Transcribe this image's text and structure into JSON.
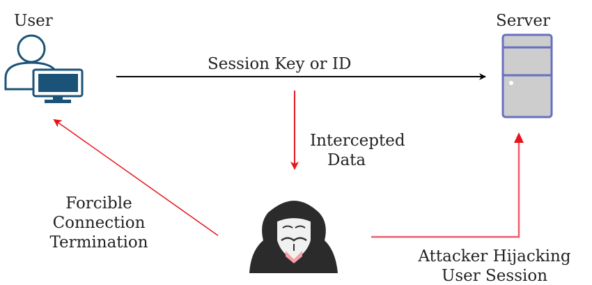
{
  "nodes": {
    "user": {
      "label": "User",
      "icon": "user-computer-icon"
    },
    "server": {
      "label": "Server",
      "icon": "server-icon"
    },
    "attacker": {
      "icon": "hooded-hacker-mask-icon"
    }
  },
  "edges": {
    "session": {
      "label": "Session Key or ID",
      "color": "#000000"
    },
    "intercept": {
      "label_lines": [
        "Intercepted",
        "Data"
      ],
      "color": "#e8141c"
    },
    "termination": {
      "label_lines": [
        "Forcible",
        "Connection",
        "Termination"
      ],
      "color": "#e8141c"
    },
    "hijack": {
      "label_lines": [
        "Attacker Hijacking",
        "User Session"
      ],
      "color": "#ef5a6a"
    }
  },
  "colors": {
    "user_icon": "#1b5277",
    "server_fill": "#cdcdcd",
    "server_stroke": "#6670c0"
  }
}
